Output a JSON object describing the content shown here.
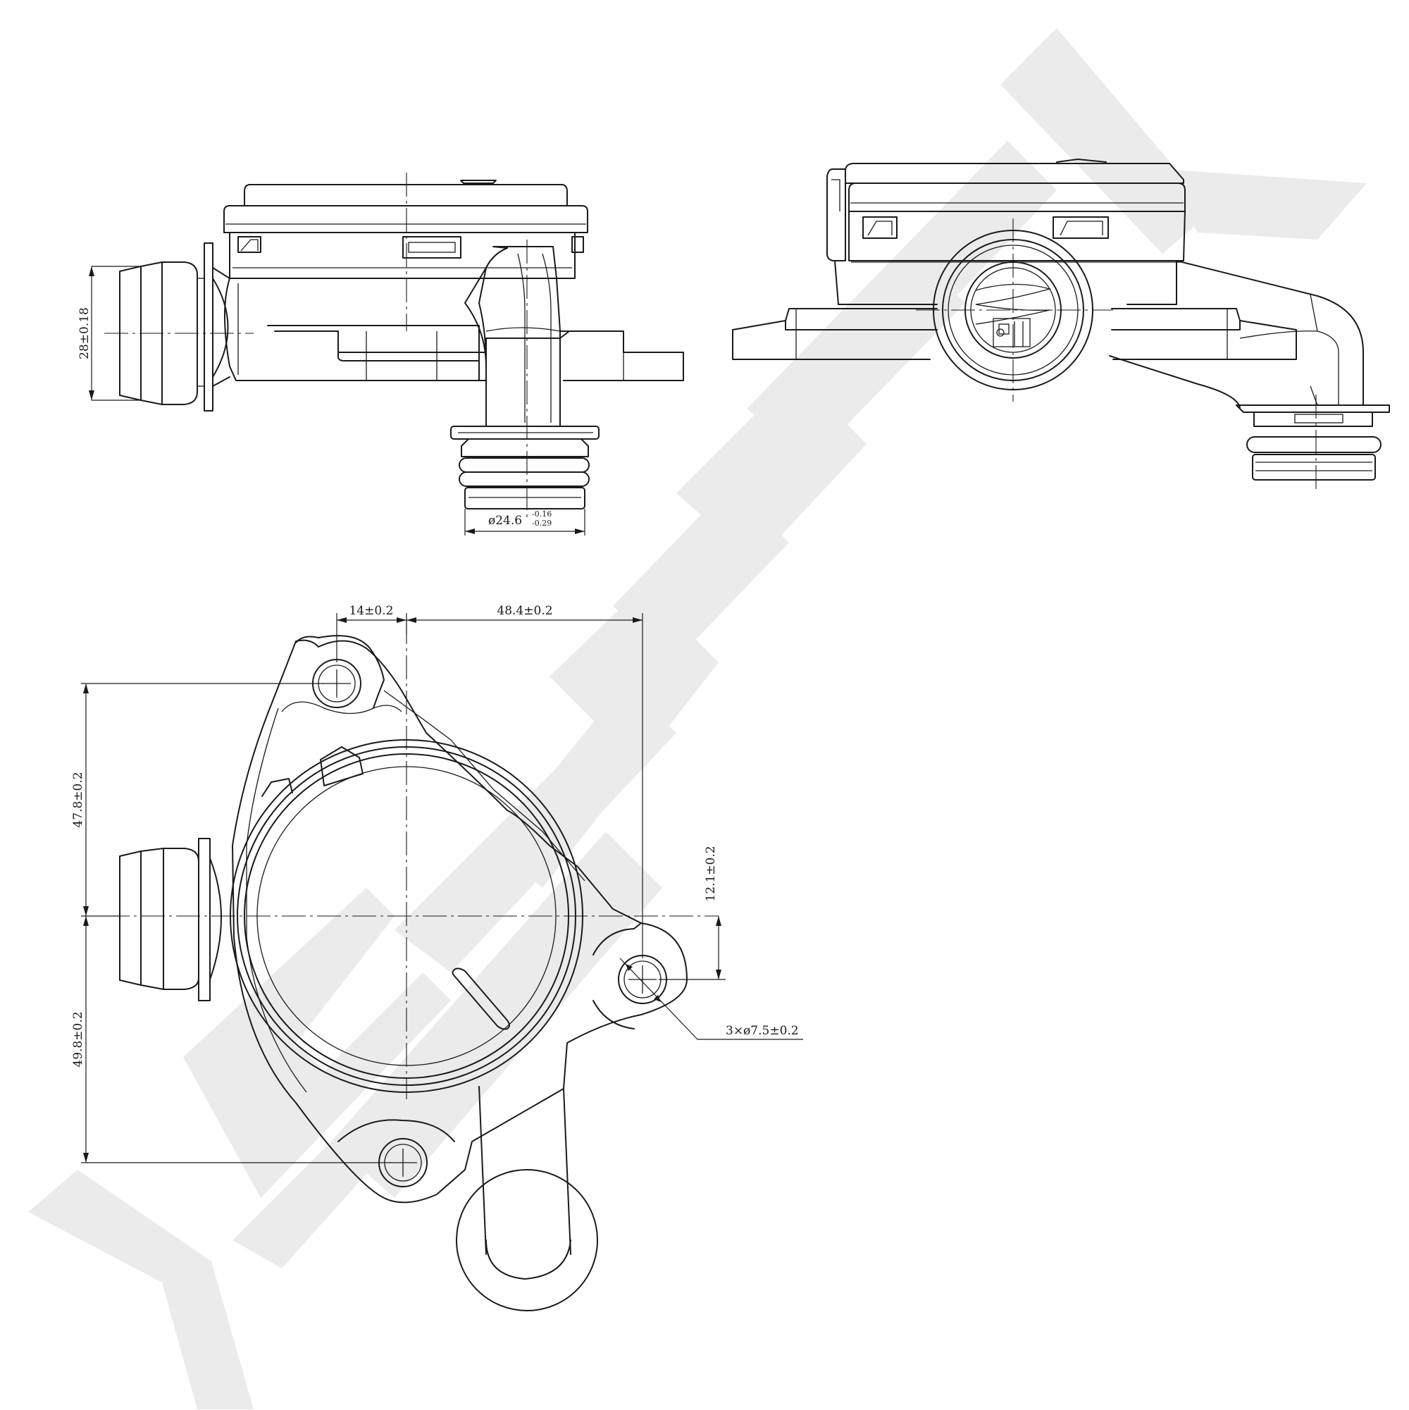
{
  "brand": {
    "watermark_color": "#ebebeb",
    "line_color": "#1a1a1a"
  },
  "dimensions": {
    "side_height": "28±0.18",
    "outlet_dia_main": "ø24.6",
    "outlet_dia_tol_upper": "-0.16",
    "outlet_dia_tol_lower": "-0.29",
    "hole_offset_x": "14±0.2",
    "hole_spacing_x": "48.4±0.2",
    "upper_height": "47.8±0.2",
    "lower_height": "49.8±0.2",
    "hole_offset_y": "12.1±0.2",
    "hole_callout": "3×ø7.5±0.2"
  }
}
